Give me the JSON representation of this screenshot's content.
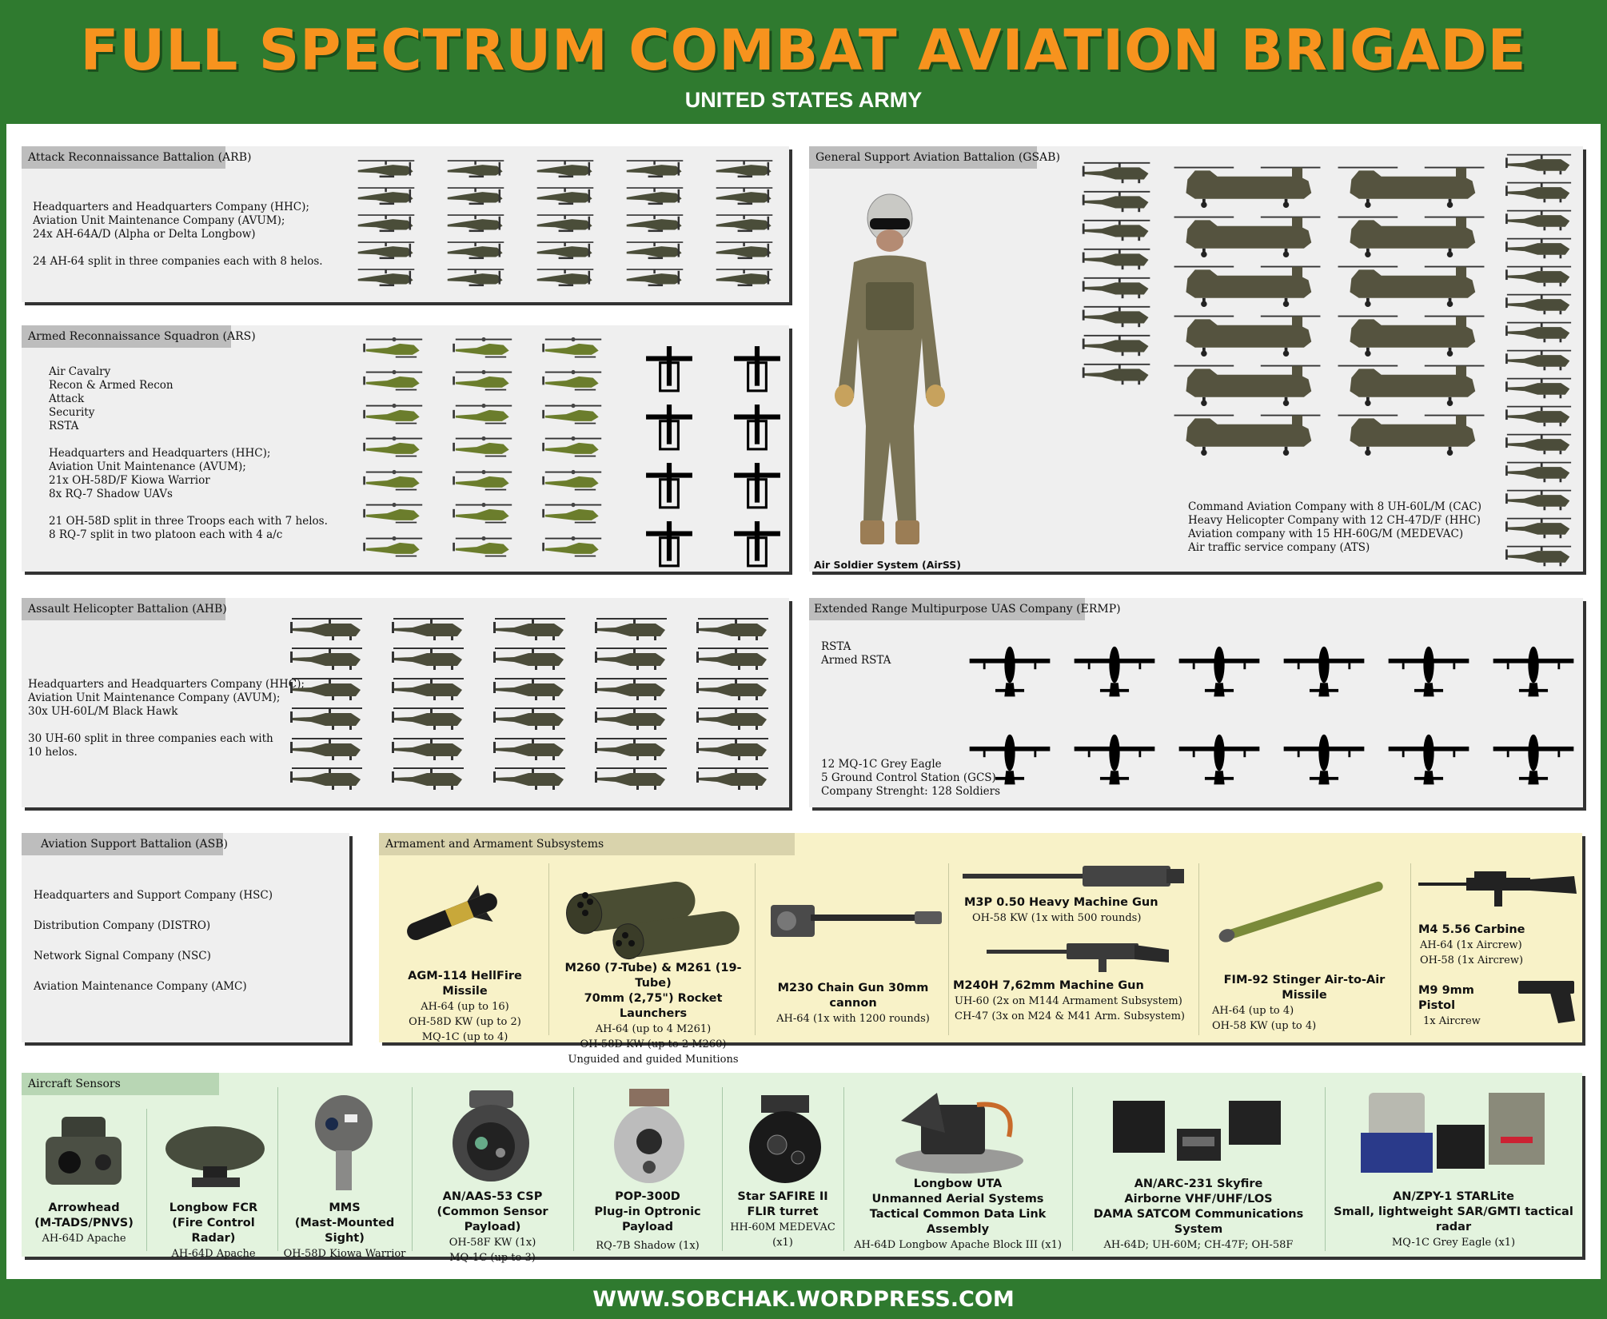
{
  "title": "FULL SPECTRUM COMBAT AVIATION BRIGADE",
  "subtitle": "UNITED STATES ARMY",
  "footer": "WWW.SOBCHAK.WORDPRESS.COM",
  "colors": {
    "background": "#2f7a2f",
    "title": "#f7931e",
    "armament_bg": "#f8f2c8",
    "sensors_bg": "#e3f3de",
    "panel_bg": "#efefef",
    "header_bg": "#bdbdbd"
  },
  "arb": {
    "header": "Attack Reconnaissance Battalion (ARB)",
    "lines": "Headquarters and Headquarters Company (HHC);\nAviation Unit Maintenance Company (AVUM);\n24x AH-64A/D (Alpha or Delta Longbow)\n\n24 AH-64 split in three companies each with 8 helos.",
    "icon": "ah-64-apache-icon",
    "count": 25
  },
  "ars": {
    "header": "Armed Reconnaissance Squadron (ARS)",
    "lines": "Air Cavalry\nRecon & Armed Recon\nAttack\nSecurity\nRSTA\n\nHeadquarters and Headquarters (HHC);\nAviation Unit Maintenance (AVUM);\n21x OH-58D/F Kiowa Warrior\n8x RQ-7 Shadow UAVs\n\n21 OH-58D split in three Troops each with 7 helos.\n8 RQ-7 split in two platoon each with 4 a/c",
    "icons": [
      "oh-58-kiowa-icon",
      "rq-7-shadow-icon"
    ],
    "helo_count": 21,
    "uav_count": 8
  },
  "ahb": {
    "header": "Assault Helicopter Battalion (AHB)",
    "lines": "Headquarters and Headquarters Company (HHC);\nAviation Unit Maintenance Company (AVUM);\n30x UH-60L/M Black Hawk\n\n30 UH-60 split in three companies each with\n10 helos.",
    "icon": "uh-60-blackhawk-icon",
    "count": 30
  },
  "asb": {
    "header": "Aviation Support Battalion (ASB)",
    "items": [
      "Headquarters and Support Company (HSC)",
      "Distribution Company (DISTRO)",
      "Network Signal Company (NSC)",
      "Aviation Maintenance Company (AMC)"
    ]
  },
  "gsab": {
    "header": "General Support Aviation Battalion (GSAB)",
    "soldier_caption": "Air Soldier System (AirSS)",
    "lines": "Command Aviation Company with 8 UH-60L/M (CAC)\nHeavy Helicopter Company with 12 CH-47D/F (HHC)\nAviation company with 15 HH-60G/M (MEDEVAC)\nAir traffic service company (ATS)",
    "icons": [
      "uh-60-blackhawk-icon",
      "ch-47-chinook-icon",
      "air-soldier-icon"
    ],
    "left_helos": 8,
    "chinooks": 12,
    "right_helos": 15
  },
  "ermp": {
    "header": "Extended Range Multipurpose UAS Company (ERMP)",
    "roles": "RSTA\nArmed RSTA",
    "lines": "12 MQ-1C Grey Eagle\n5 Ground Control Station (GCS)\nCompany Strenght: 128 Soldiers",
    "icon": "mq-1c-grey-eagle-icon",
    "count": 12
  },
  "armament": {
    "header": "Armament and Armament Subsystems",
    "items": [
      {
        "icon": "hellfire-missile-icon",
        "name": "AGM-114 HellFire Missile",
        "lines": [
          "AH-64 (up to 16)",
          "OH-58D KW (up to 2)",
          "MQ-1C (up to 4)"
        ]
      },
      {
        "icon": "rocket-launcher-icon",
        "name": "M260 (7-Tube) & M261 (19-Tube)",
        "name2": "70mm (2,75\") Rocket Launchers",
        "lines": [
          "AH-64 (up to 4 M261)",
          "OH-58D KW (up to 2 M260)",
          "Unguided and guided Munitions"
        ]
      },
      {
        "icon": "chain-gun-icon",
        "name": "M230 Chain Gun 30mm cannon",
        "lines": [
          "AH-64 (1x with 1200 rounds)"
        ]
      },
      {
        "icon": "heavy-machine-gun-icon",
        "name": "M3P 0.50 Heavy Machine Gun",
        "lines": [
          "OH-58 KW (1x with 500 rounds)"
        ]
      },
      {
        "icon": "machine-gun-icon",
        "name": "M240H 7,62mm Machine Gun",
        "lines": [
          "UH-60 (2x on M144 Armament Subsystem)",
          "CH-47 (3x on M24 & M41 Arm. Subsystem)"
        ]
      },
      {
        "icon": "stinger-missile-icon",
        "name": "FIM-92 Stinger Air-to-Air Missile",
        "lines": [
          "AH-64 (up to 4)",
          "OH-58 KW (up to 4)"
        ]
      },
      {
        "icon": "carbine-icon",
        "name": "M4 5.56 Carbine",
        "lines": [
          "AH-64 (1x Aircrew)",
          "OH-58 (1x Aircrew)"
        ]
      },
      {
        "icon": "pistol-icon",
        "name": "M9 9mm Pistol",
        "lines": [
          "1x Aircrew"
        ]
      }
    ]
  },
  "sensors": {
    "header": "Aircraft Sensors",
    "items": [
      {
        "icon": "arrowhead-sensor-icon",
        "name": "Arrowhead",
        "name2": "(M-TADS/PNVS)",
        "lines": [
          "AH-64D Apache"
        ]
      },
      {
        "icon": "fire-control-radar-icon",
        "name": "Longbow FCR",
        "name2": "(Fire Control Radar)",
        "lines": [
          "AH-64D Apache"
        ]
      },
      {
        "icon": "mast-mounted-sight-icon",
        "name": "MMS",
        "name2": "(Mast-Mounted Sight)",
        "lines": [
          "OH-58D Kiowa Warrior"
        ]
      },
      {
        "icon": "sensor-payload-icon",
        "name": "AN/AAS-53 CSP",
        "name2": "(Common Sensor Payload)",
        "lines": [
          "OH-58F KW (1x)",
          "MQ-1C (up to 3)"
        ]
      },
      {
        "icon": "optronic-payload-icon",
        "name": "POP-300D",
        "name2": "Plug-in Optronic Payload",
        "lines": [
          "RQ-7B Shadow (1x)"
        ]
      },
      {
        "icon": "flir-turret-icon",
        "name": "Star SAFIRE II",
        "name2": "FLIR turret",
        "lines": [
          "HH-60M MEDEVAC",
          "(x1)"
        ]
      },
      {
        "icon": "data-link-icon",
        "name": "Longbow UTA",
        "name2": "Unmanned Aerial Systems",
        "name3": "Tactical Common Data Link Assembly",
        "lines": [
          "AH-64D Longbow Apache Block III (x1)"
        ]
      },
      {
        "icon": "radio-system-icon",
        "name": "AN/ARC-231 Skyfire",
        "name2": "Airborne VHF/UHF/LOS",
        "name3": "DAMA SATCOM Communications System",
        "lines": [
          "AH-64D; UH-60M; CH-47F; OH-58F"
        ]
      },
      {
        "icon": "sar-radar-icon",
        "name": "AN/ZPY-1 STARLite",
        "name2": "Small, lightweight SAR/GMTI tactical radar",
        "lines": [
          "MQ-1C Grey Eagle (x1)"
        ]
      }
    ]
  }
}
